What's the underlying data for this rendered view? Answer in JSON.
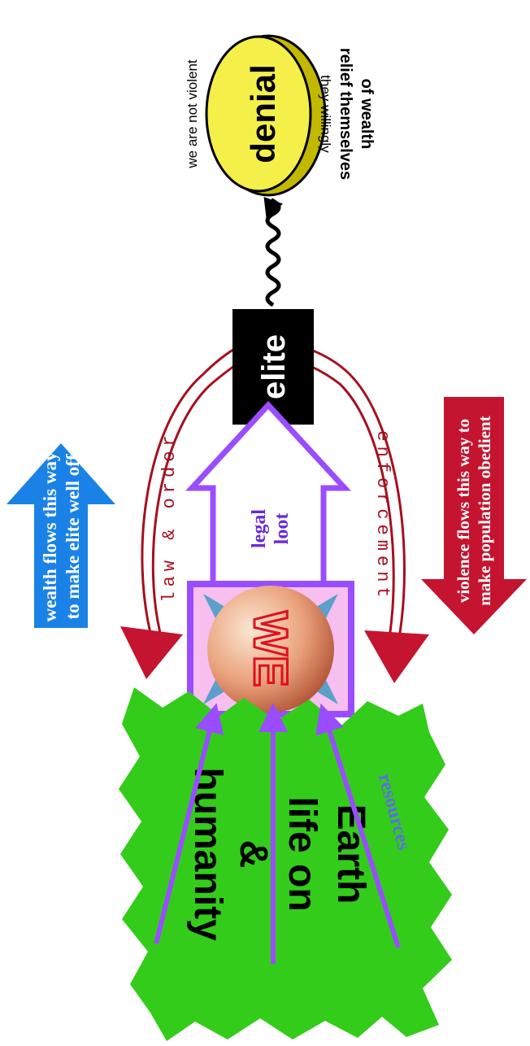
{
  "colors": {
    "blob_green": "#33cc1a",
    "violence_red": "#c4142f",
    "wealth_blue": "#1a82e6",
    "purple": "#9a4dff",
    "pink_box": "#f7bef0",
    "coin_yellow": "#f5ef4a",
    "elite_black": "#000000"
  },
  "nodes": {
    "humanity_line1": "humanity",
    "humanity_line2": "&",
    "humanity_line3": "life on",
    "humanity_line4": "Earth",
    "elite": "elite",
    "denial": "denial",
    "machine_logo": "WE"
  },
  "labels": {
    "resources": "resources",
    "legal": "legal",
    "loot": "loot",
    "law_order": "law & order",
    "enforcement": "enforcement",
    "wealth_line1": "wealth flows this way",
    "wealth_line2": "to make elite well off",
    "violence_line1": "violence flows this way to",
    "violence_line2": "make population obedient",
    "denial_quote1": "we are not violent",
    "denial_quote2": "they willingly",
    "denial_quote3": "relief themselves",
    "denial_quote4": "of wealth"
  }
}
